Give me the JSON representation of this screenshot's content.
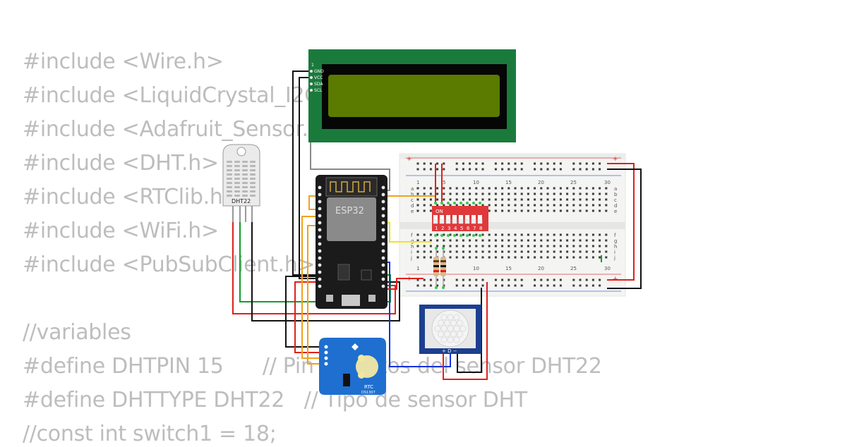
{
  "code": {
    "lines": [
      "#include <Wire.h>",
      "#include <LiquidCrystal_I2C.h>",
      "#include <Adafruit_Sensor.h>",
      "#include <DHT.h>",
      "#include <RTClib.h>",
      "#include <WiFi.h>",
      "#include <PubSubClient.h>",
      "",
      "//variables",
      "#define DHTPIN 15      // Pin de datos del sensor DHT22",
      "#define DHTTYPE DHT22   // Tipo de sensor DHT",
      "//const int switch1 = 18;"
    ]
  },
  "components": {
    "esp32_label": "ESP32",
    "dht_label": "DHT22",
    "lcd_pins": [
      "1",
      "GND",
      "VCC",
      "SDA",
      "SCL"
    ],
    "rtc_label": "RTC",
    "rtc_chip": "DS1307",
    "dip_label": "ON",
    "dip_numbers": [
      "1",
      "2",
      "3",
      "4",
      "5",
      "6",
      "7",
      "8"
    ],
    "pir_pins": "+ D −",
    "breadboard_rows_top": [
      "a",
      "b",
      "c",
      "d",
      "e"
    ],
    "breadboard_rows_bottom": [
      "f",
      "g",
      "h",
      "i",
      "j"
    ],
    "breadboard_cols": [
      "1",
      "5",
      "10",
      "15",
      "20",
      "25",
      "30"
    ]
  },
  "colors": {
    "code_text": "#bdbdbd",
    "lcd_board": "#1a7a3c",
    "lcd_screen": "#5a7a00",
    "esp_board": "#1b1b1b",
    "rtc_board": "#1e6fd0",
    "dip_red": "#e0393b",
    "wire_red": "#e0201b",
    "wire_black": "#111111",
    "wire_green": "#139b2e",
    "wire_yellow": "#f2e21b",
    "wire_orange": "#f0a21b",
    "wire_blue": "#1431e0",
    "wire_gray": "#8a8a8a"
  }
}
